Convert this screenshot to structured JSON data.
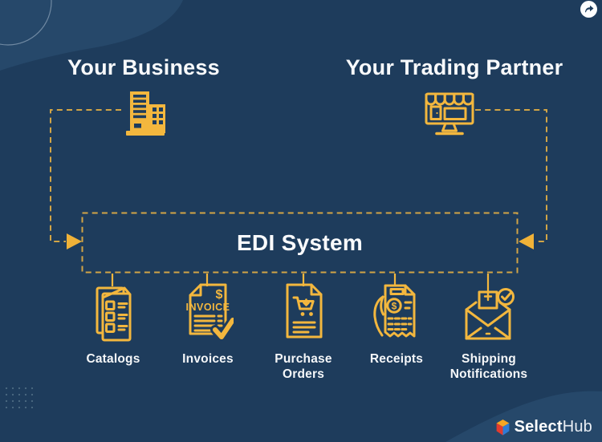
{
  "canvas": {
    "bg_color": "#1E3C5C",
    "panel_color": "#26486A",
    "accent_color": "#F3B73E",
    "dash_color": "#D2A546",
    "text_color": "#F8FAFC"
  },
  "share": {
    "icon": "share-arrow"
  },
  "actors": {
    "business": {
      "label": "Your Business",
      "icon": "office-building"
    },
    "partner": {
      "label": "Your Trading Partner",
      "icon": "online-storefront"
    }
  },
  "edi": {
    "label": "EDI System"
  },
  "documents": [
    {
      "label": "Catalogs",
      "icon": "catalog-booklet"
    },
    {
      "label": "Invoices",
      "icon": "invoice-document",
      "icon_text": "INVOICE",
      "icon_symbol": "$"
    },
    {
      "label": "Purchase Orders",
      "icon": "purchase-order-cart"
    },
    {
      "label": "Receipts",
      "icon": "receipt-in-hand",
      "icon_symbol": "$"
    },
    {
      "label": "Shipping Notifications",
      "icon": "shipping-envelope-check"
    }
  ],
  "branding": {
    "name_bold": "Select",
    "name_light": "Hub",
    "cube_colors": {
      "top": "#F5A623",
      "right": "#2E7CD6",
      "front": "#E23B2E"
    }
  }
}
